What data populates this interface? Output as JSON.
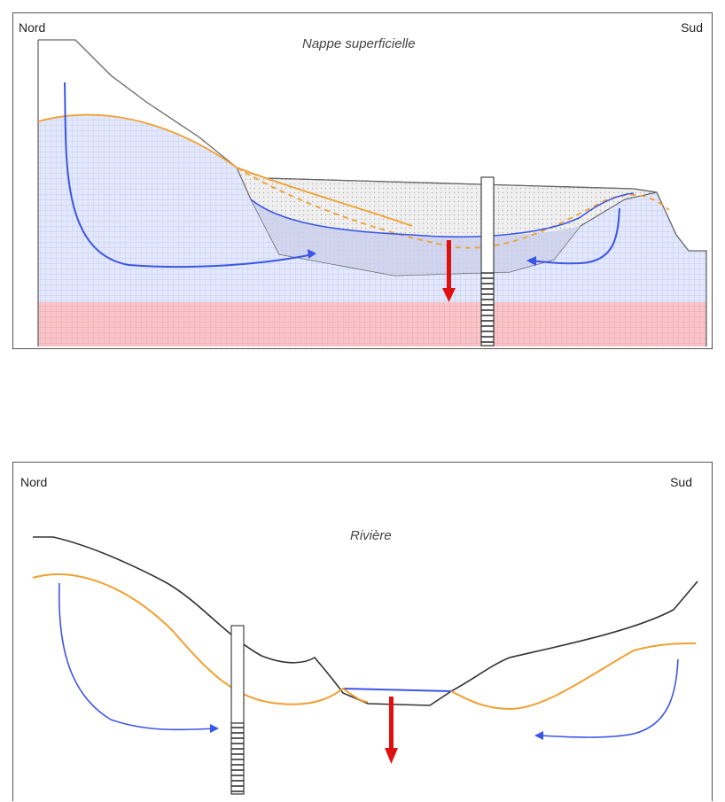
{
  "top": {
    "north_label": "Nord",
    "south_label": "Sud",
    "title": "Nappe superficielle"
  },
  "bottom": {
    "north_label": "Nord",
    "south_label": "Sud",
    "title": "Rivière"
  },
  "colors": {
    "water_table": "#f0a030",
    "flow": "#3b55e6",
    "pumping_arrow": "#e01010",
    "aquifer_fill": "#dde4fb",
    "substratum_fill": "#f7c3c8",
    "ground_line": "#333333"
  }
}
